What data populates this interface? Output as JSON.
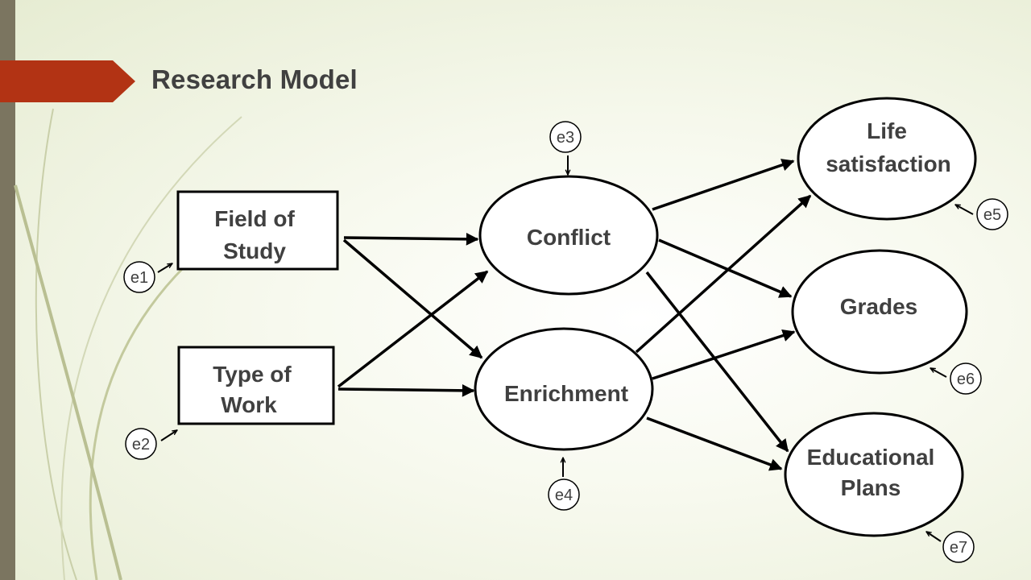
{
  "title": "Research Model",
  "nodes": {
    "field_of_study": [
      "Field of",
      "Study"
    ],
    "type_of_work": [
      "Type of",
      "Work"
    ],
    "conflict": [
      "Conflict"
    ],
    "enrichment": [
      "Enrichment"
    ],
    "life_satisfaction": [
      "Life",
      "satisfaction"
    ],
    "grades": [
      "Grades"
    ],
    "educational_plans": [
      "Educational",
      "Plans"
    ]
  },
  "errors": {
    "e1": "e1",
    "e2": "e2",
    "e3": "e3",
    "e4": "e4",
    "e5": "e5",
    "e6": "e6",
    "e7": "e7"
  },
  "colors": {
    "accent": "#b23314",
    "sidebar": "#7b7560",
    "text": "#404040"
  }
}
